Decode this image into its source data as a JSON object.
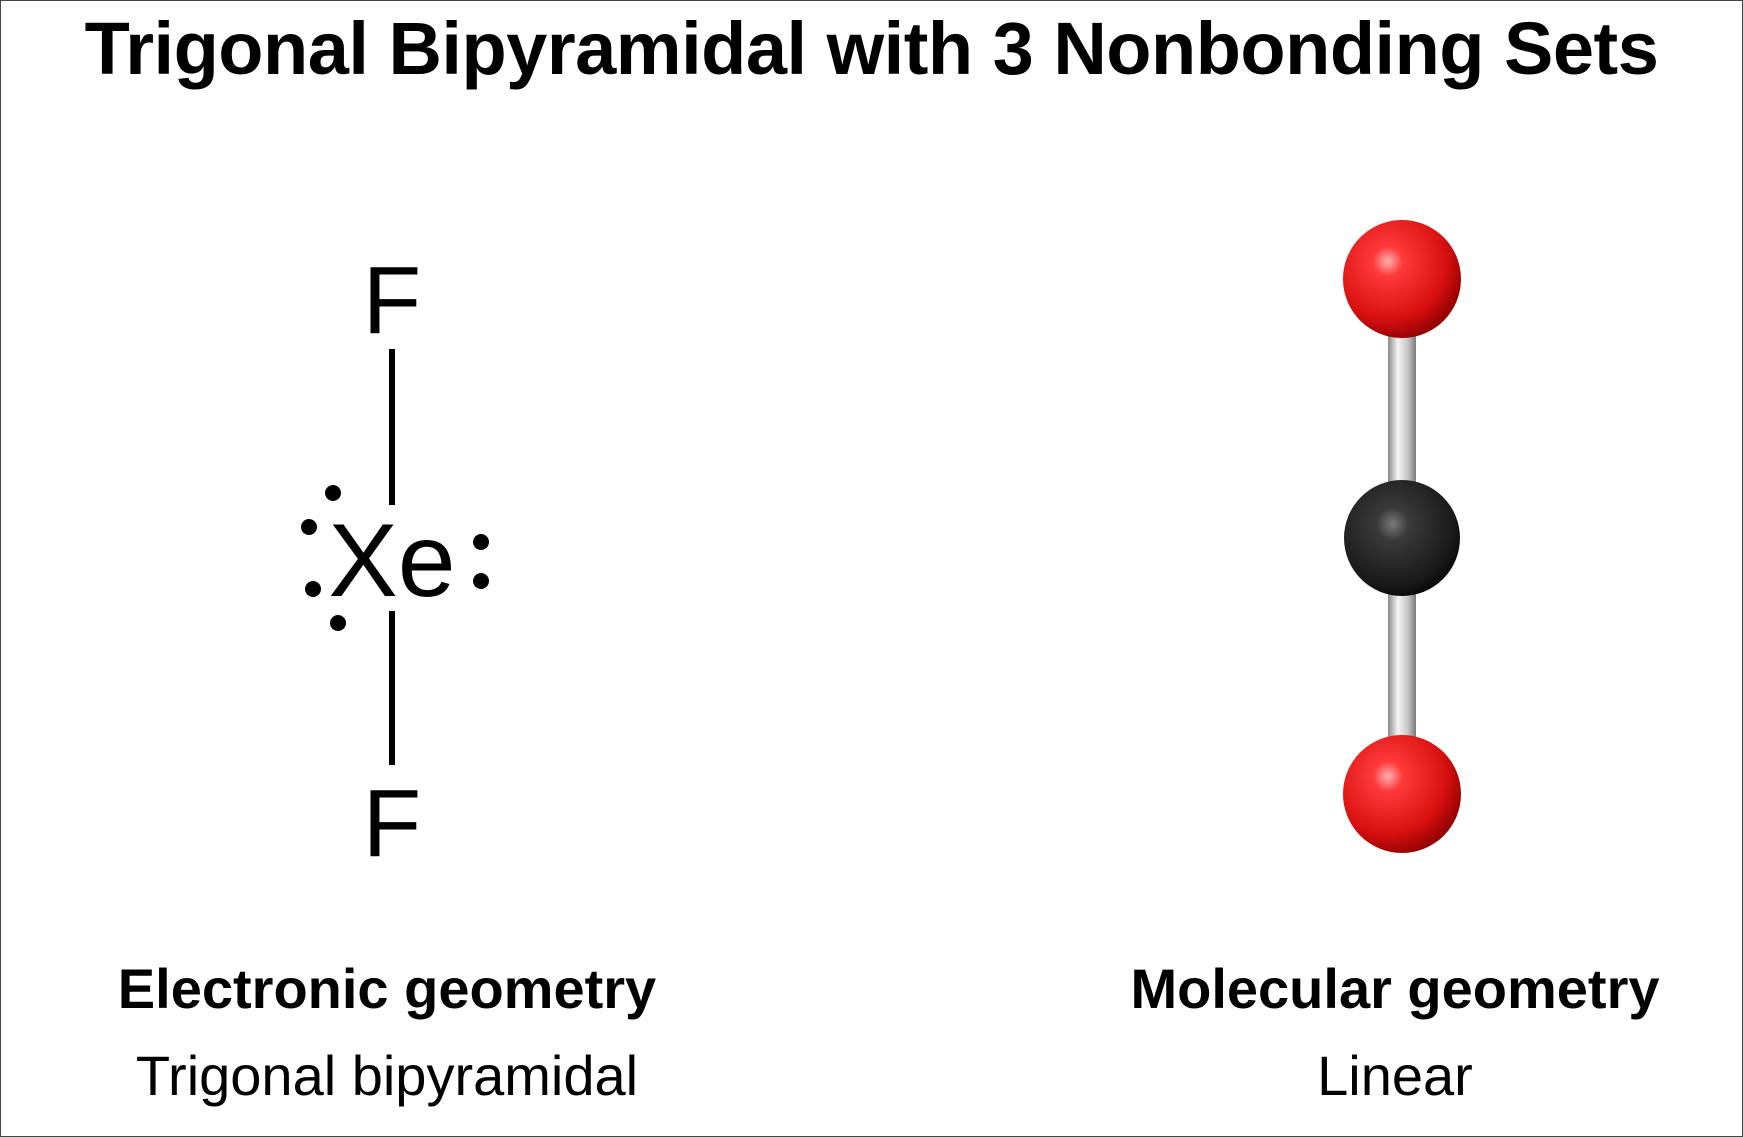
{
  "title": "Trigonal Bipyramidal with 3 Nonbonding Sets",
  "lewis_structure": {
    "top_atom": "F",
    "central_atom": "Xe",
    "bottom_atom": "F"
  },
  "electronic_geometry": {
    "heading": "Electronic geometry",
    "value": "Trigonal bipyramidal"
  },
  "molecular_geometry": {
    "heading": "Molecular geometry",
    "value": "Linear"
  },
  "colors": {
    "outer_atom": "#e01818",
    "central_atom": "#2a2a2a",
    "bond": "#cccccc",
    "text": "#000000"
  }
}
